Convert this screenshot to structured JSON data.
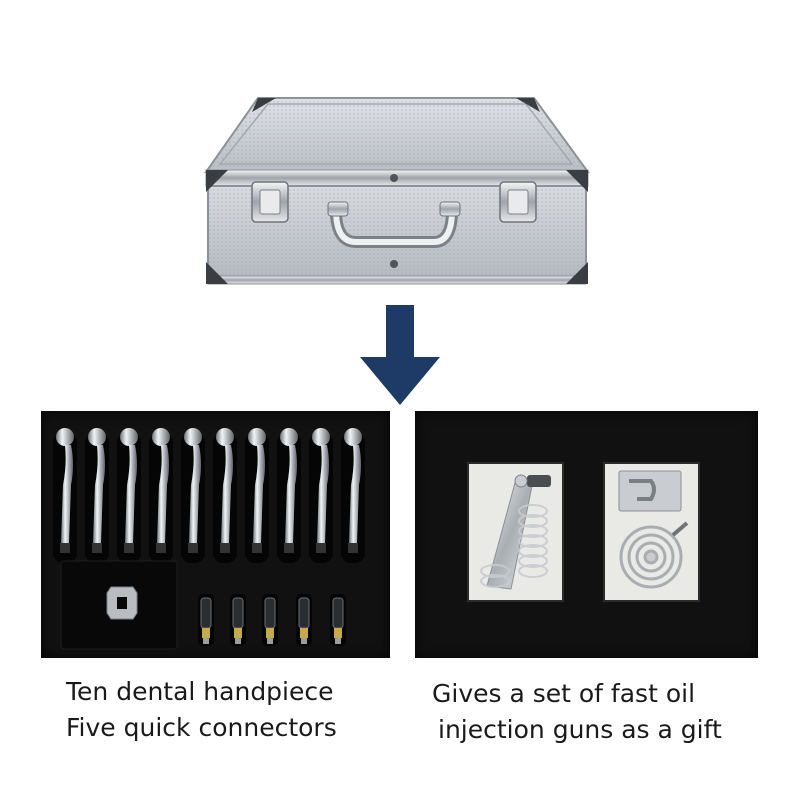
{
  "captions": {
    "left": {
      "line1": "Ten dental handpiece",
      "line2": "Five quick connectors"
    },
    "right": {
      "line1": "Gives a set of fast oil",
      "line2": "injection guns as a gift"
    }
  },
  "colors": {
    "arrow": "#1d3b66",
    "foam": "#111111",
    "case_aluminum": "#c9cdd2",
    "caption_text": "#1a1a1a"
  },
  "contents": {
    "handpiece_count": 10,
    "connector_count": 5
  },
  "icons": {
    "arrow": "arrow-down-icon"
  }
}
